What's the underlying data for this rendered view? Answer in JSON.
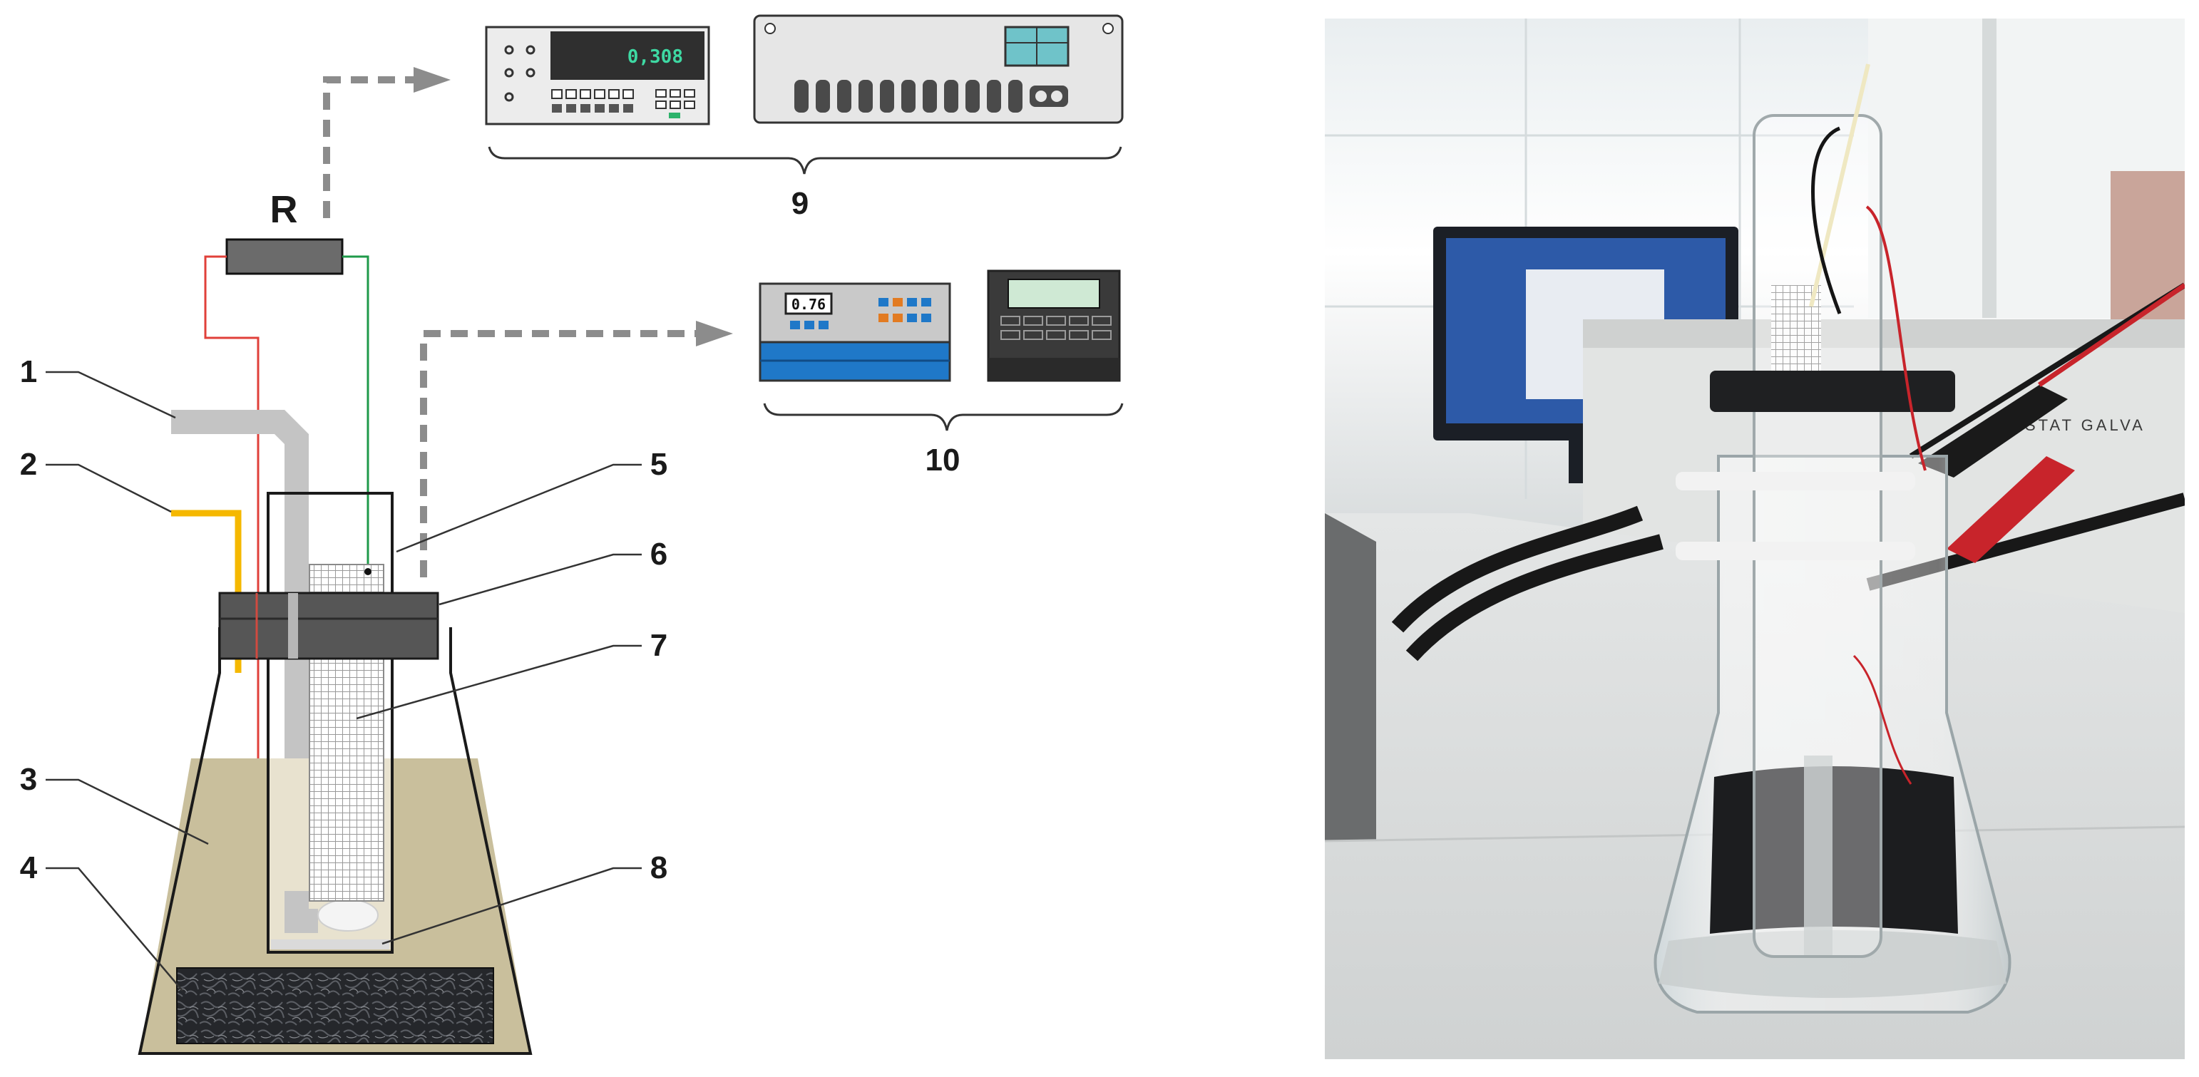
{
  "labels": {
    "resistor": "R",
    "callouts": [
      "1",
      "2",
      "3",
      "4",
      "5",
      "6",
      "7",
      "8"
    ],
    "group_9": "9",
    "group_10": "10"
  },
  "displays": {
    "potentiostat_reading": "0,308",
    "ph_meter_reading": "0.76"
  },
  "photo": {
    "panel_text": "STAT   GALVA"
  },
  "colors": {
    "positive_wire": "#e0403a",
    "negative_wire": "#1f9a4a",
    "gas_tube": "#f5b800",
    "electrolyte": "#c9bf9c",
    "felt_anode": "#222428",
    "instrument_blue": "#1f78c8"
  }
}
